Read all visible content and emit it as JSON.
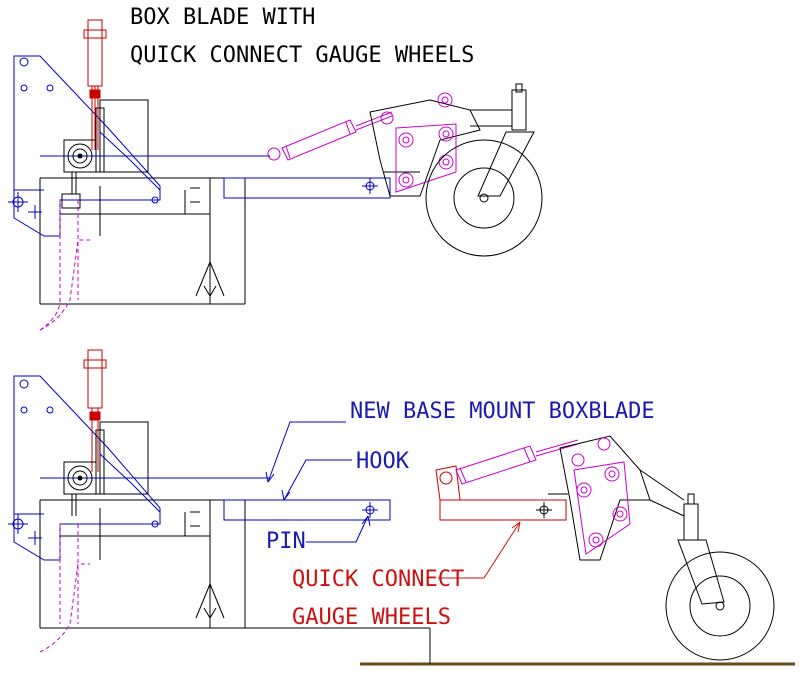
{
  "title": {
    "line1": "BOX BLADE WITH",
    "line2": "QUICK CONNECT GAUGE WHEELS"
  },
  "labels": {
    "new_base_mount": "NEW BASE MOUNT BOXBLADE",
    "hook": "HOOK",
    "pin": "PIN",
    "quick_connect_line1": "QUICK CONNECT",
    "quick_connect_line2": "GAUGE WHEELS"
  },
  "colors": {
    "outline": "#000000",
    "frame_blue": "#0000cc",
    "label_blue": "#1a1ab0",
    "cylinder_magenta": "#cc00cc",
    "chain_red": "#cc0000",
    "label_red": "#cc1111",
    "ground_brown": "#6b4a1a"
  }
}
